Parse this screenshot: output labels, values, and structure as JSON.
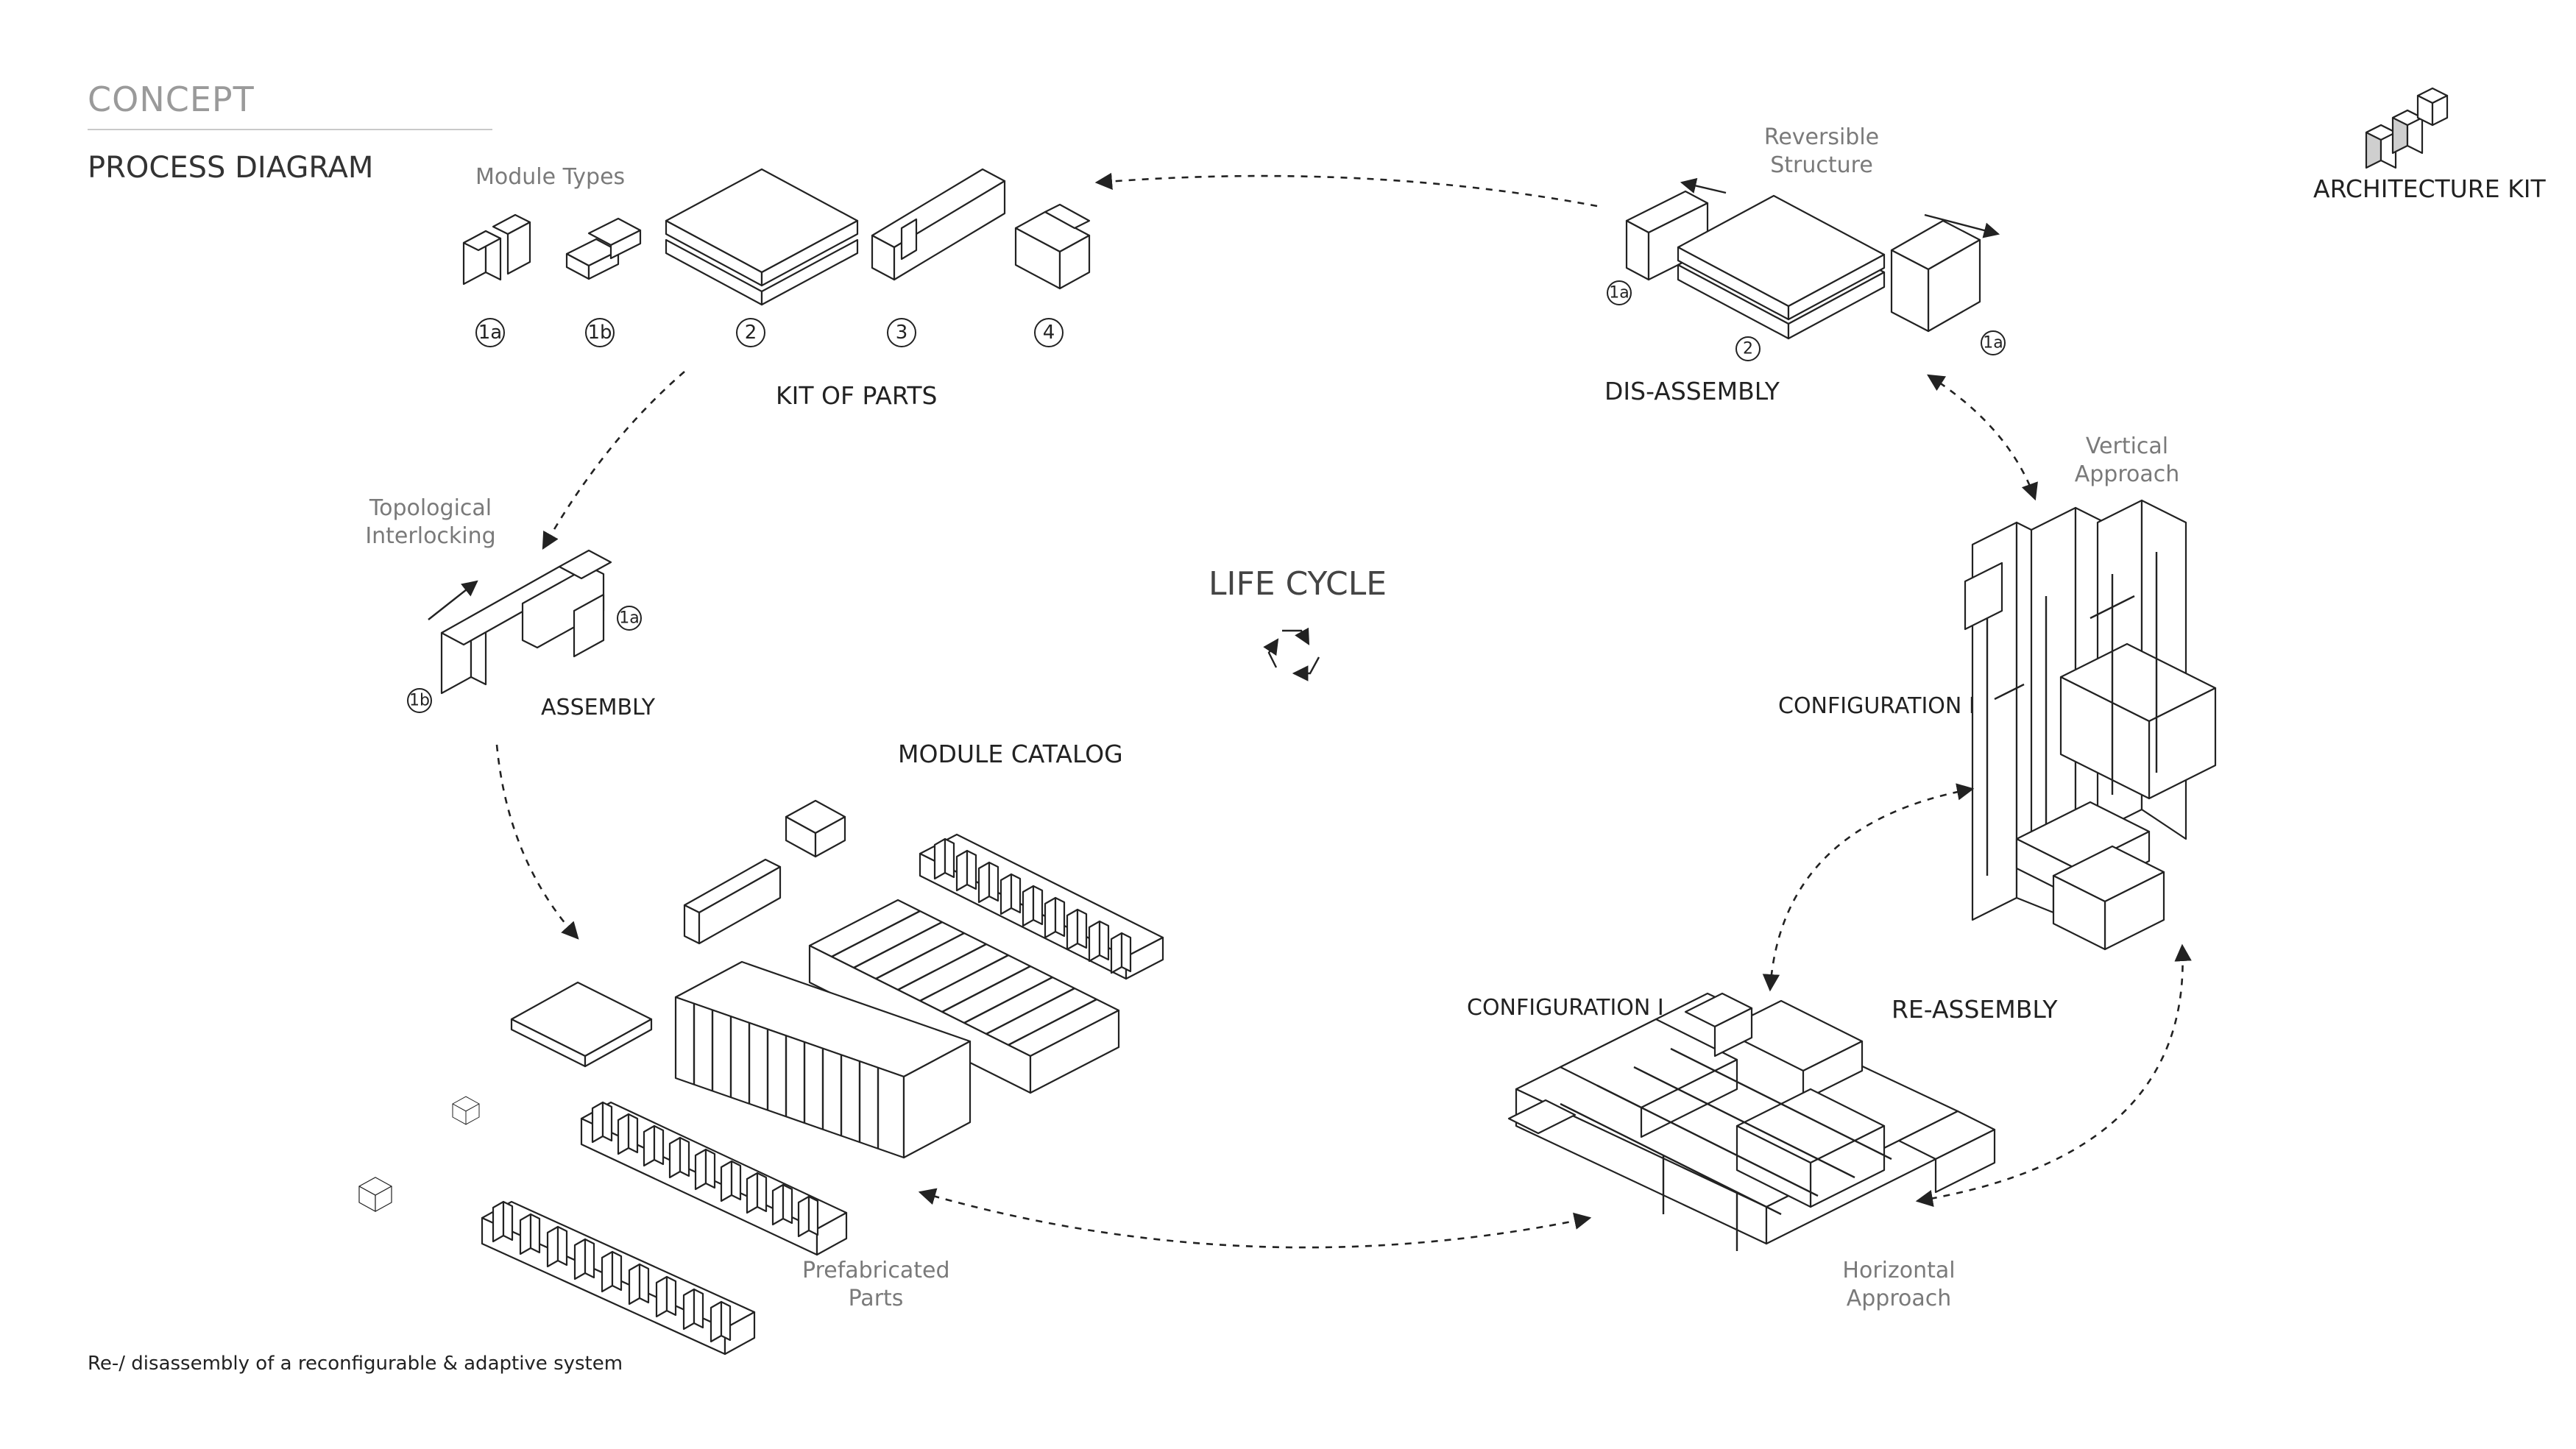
{
  "header": {
    "concept": "CONCEPT",
    "process_diagram": "PROCESS DIAGRAM",
    "architecture_kit": "ARCHITECTURE  KIT"
  },
  "kit_of_parts": {
    "title": "KIT OF PARTS",
    "module_types_label": "Module Types",
    "badges": [
      "1a",
      "1b",
      "2",
      "3",
      "4"
    ]
  },
  "dis_assembly": {
    "title": "DIS-ASSEMBLY",
    "reversible_structure_line1": "Reversible",
    "reversible_structure_line2": "Structure",
    "badges": [
      "1a",
      "2",
      "1a"
    ]
  },
  "assembly": {
    "title": "ASSEMBLY",
    "topological_line1": "Topological",
    "topological_line2": "Interlocking",
    "badges": [
      "1a",
      "1b"
    ]
  },
  "center": {
    "life_cycle": "LIFE CYCLE",
    "recycle_icon": "recycle-icon"
  },
  "module_catalog": {
    "title": "MODULE CATALOG",
    "prefab_line1": "Prefabricated",
    "prefab_line2": "Parts"
  },
  "configuration_1": {
    "title": "CONFIGURATION  I",
    "horizontal_line1": "Horizontal",
    "horizontal_line2": "Approach"
  },
  "configuration_2": {
    "title": "CONFIGURATION  II",
    "vertical_line1": "Vertical",
    "vertical_line2": "Approach"
  },
  "re_assembly": {
    "title": "RE-ASSEMBLY"
  },
  "footer": {
    "caption": "Re-/ disassembly of a reconfigurable & adaptive system"
  }
}
